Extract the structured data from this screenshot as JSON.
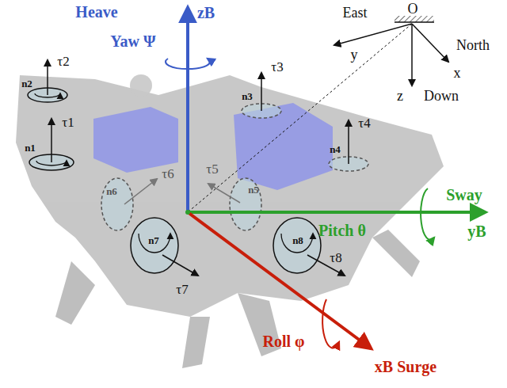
{
  "diagram": {
    "labels": [
      "Heave",
      "zB",
      "Yaw Ψ",
      "East",
      "O",
      "y",
      "North",
      "x",
      "z",
      "Down",
      "τ2",
      "n2",
      "τ1",
      "n1",
      "τ3",
      "n3",
      "τ4",
      "n4",
      "τ6",
      "n6",
      "τ5",
      "n5",
      "Sway",
      "Pitch θ",
      "yB",
      "n7",
      "τ7",
      "n8",
      "τ8",
      "Roll φ",
      "xB Surge"
    ]
  }
}
